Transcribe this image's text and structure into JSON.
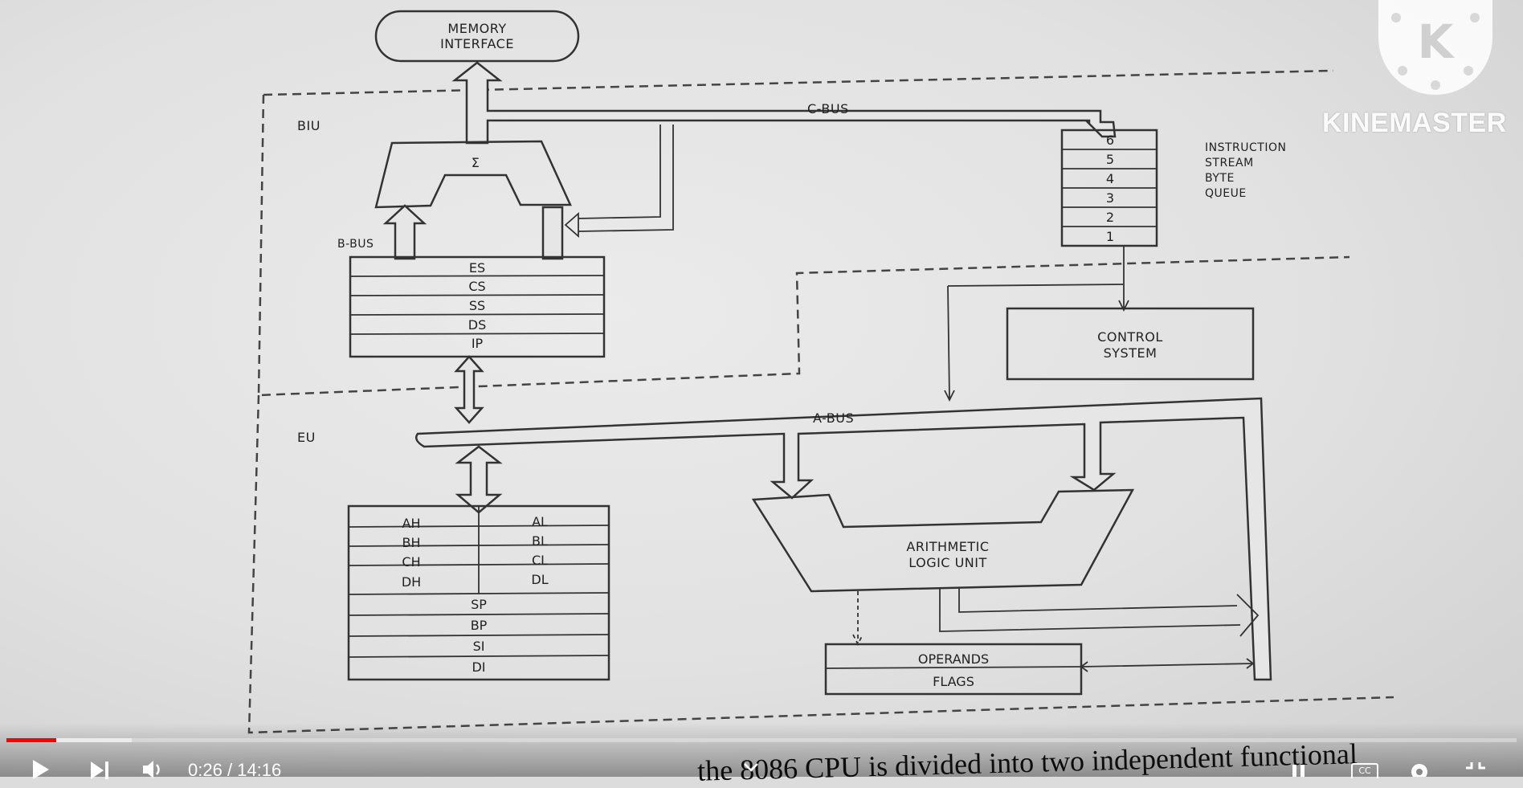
{
  "player": {
    "time_current": "0:26",
    "time_total": "14:16",
    "time_separator": " / ",
    "progress": 0.033,
    "buffered": 0.083,
    "accent_color": "#ff0000",
    "icons": [
      "play-icon",
      "next-icon",
      "volume-icon",
      "chevron-down-icon",
      "captions-icon",
      "settings-icon",
      "fullscreen-exit-icon"
    ],
    "captions_label": "CC"
  },
  "watermark": {
    "text": "KINEMASTER",
    "logo_letter": "K"
  },
  "diagram": {
    "memory_interface": [
      "MEMORY",
      "INTERFACE"
    ],
    "biu": "BIU",
    "eu": "EU",
    "c_bus": "C-BUS",
    "b_bus": "B-BUS",
    "a_bus": "A-BUS",
    "sigma": "Σ",
    "segment_registers": [
      "ES",
      "CS",
      "SS",
      "DS",
      "IP"
    ],
    "queue": [
      "6",
      "5",
      "4",
      "3",
      "2",
      "1"
    ],
    "queue_label": [
      "INSTRUCTION",
      "STREAM",
      "BYTE",
      "QUEUE"
    ],
    "control_system": [
      "CONTROL",
      "SYSTEM"
    ],
    "general_registers_high": [
      "AH",
      "BH",
      "CH",
      "DH"
    ],
    "general_registers_low": [
      "AL",
      "BL",
      "CL",
      "DL"
    ],
    "pointer_registers": [
      "SP",
      "BP",
      "SI",
      "DI"
    ],
    "alu": [
      "ARITHMETIC",
      "LOGIC UNIT"
    ],
    "operands": "OPERANDS",
    "flags": "FLAGS"
  },
  "page_text": "the 8086 CPU is divided into two independent functional"
}
